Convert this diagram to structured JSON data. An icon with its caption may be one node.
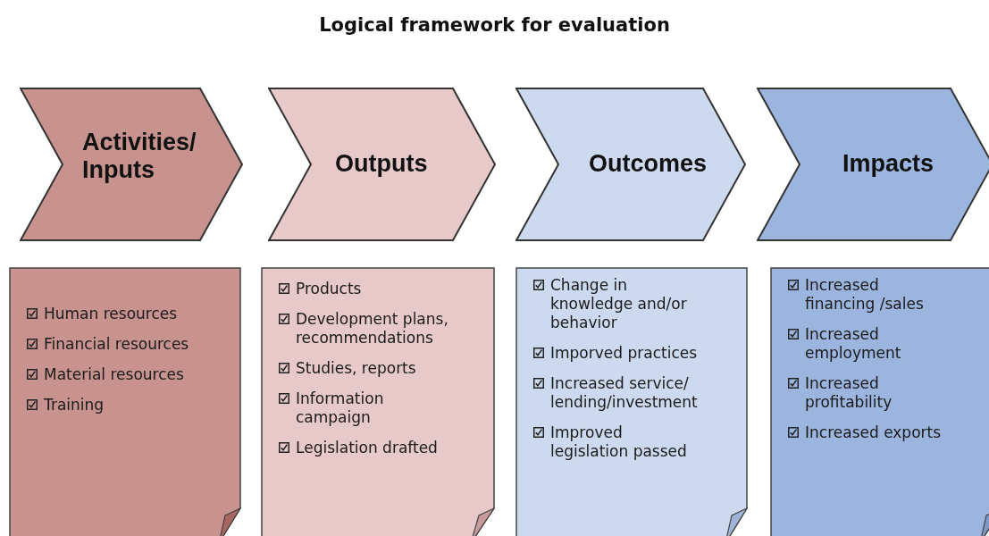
{
  "diagram": {
    "title": "Logical framework for evaluation",
    "nodes": [
      {
        "text": [
          "Activities/ Inputs"
        ]
      },
      {
        "text": [
          "Outputs"
        ]
      },
      {
        "text": [
          "Outcomes"
        ]
      },
      {
        "text": [
          "Impacts"
        ]
      },
      {
        "text": [
          "Human resources",
          "Financial resources",
          "Material resources",
          "Training"
        ]
      },
      {
        "text": [
          "Products",
          "Development plans, recommendations",
          "Studies, reports",
          "Information campaign",
          "Legislation drafted"
        ]
      },
      {
        "text": [
          "Change in knowledge and/or behavior",
          "Imporved practices",
          "Increased service/ lending/investment",
          "Improved legislation passed"
        ]
      },
      {
        "text": [
          "Increased financing /sales",
          "Increased employment",
          "Increased profitability",
          "Increased exports"
        ]
      }
    ]
  }
}
